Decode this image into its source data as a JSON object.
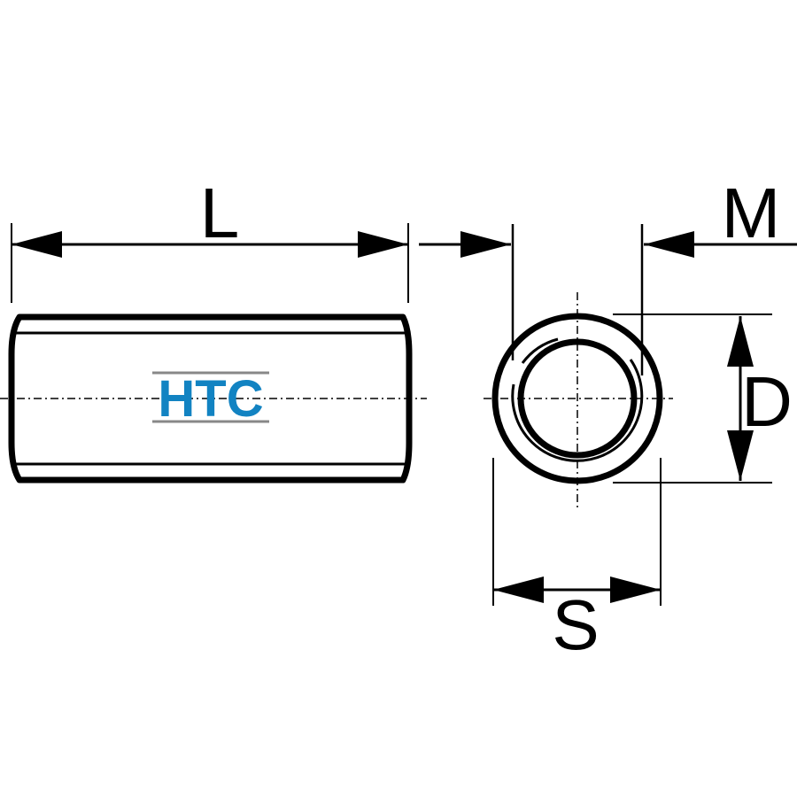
{
  "drawing": {
    "logo": {
      "text": "HTC",
      "color": "#1283c2",
      "rule_color": "#888888"
    },
    "dimensions": {
      "length": "L",
      "thread": "M",
      "diameter": "D",
      "wrench_size": "S"
    },
    "line_color": "#000000"
  }
}
